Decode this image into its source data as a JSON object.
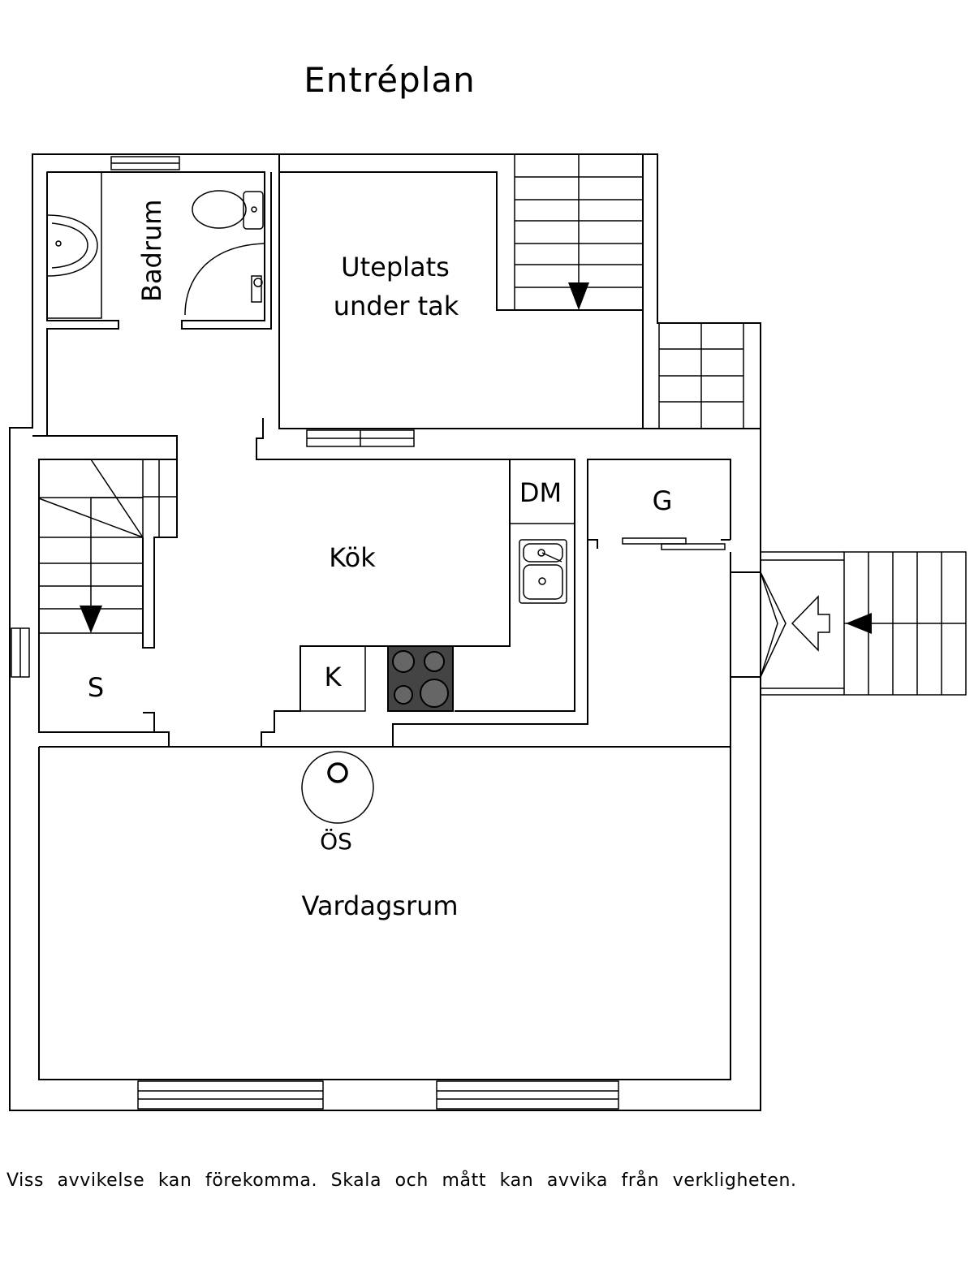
{
  "title": "Entréplan",
  "rooms": {
    "bathroom": "Badrum",
    "patio_line1": "Uteplats",
    "patio_line2": "under  tak",
    "dishwasher": "DM",
    "wardrobe": "G",
    "kitchen": "Kök",
    "fridge": "K",
    "storage": "S",
    "stove": "ÖS",
    "living_room": "Vardagsrum"
  },
  "disclaimer": "Viss avvikelse kan förekomma. Skala och mått kan avvika från verkligheten."
}
